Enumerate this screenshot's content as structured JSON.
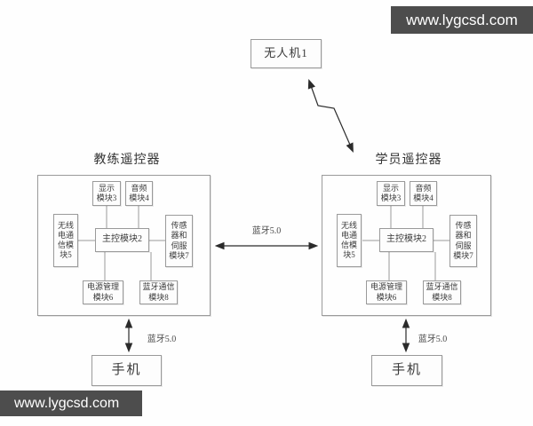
{
  "watermarks": {
    "top_right": "www.lygcsd.com",
    "bottom_left": "www.lygcsd.com"
  },
  "drone": {
    "label": "无人机1"
  },
  "controllers": {
    "coach": {
      "title": "教练遥控器",
      "modules": {
        "display": "显示\n模块3",
        "audio": "音频\n模块4",
        "radio": "无线\n电通\n信模\n块5",
        "main": "主控模块2",
        "sensor": "传感\n器和\n伺服\n模块7",
        "power": "电源管理\n模块6",
        "bluetooth": "蓝牙通信\n模块8"
      }
    },
    "student": {
      "title": "学员遥控器",
      "modules": {
        "display": "显示\n模块3",
        "audio": "音频\n模块4",
        "radio": "无线\n电通\n信模\n块5",
        "main": "主控模块2",
        "sensor": "传感\n器和\n伺服\n模块7",
        "power": "电源管理\n模块6",
        "bluetooth": "蓝牙通信\n模块8"
      }
    }
  },
  "phones": {
    "coach": "手机",
    "student": "手机"
  },
  "links": {
    "controller_to_controller": "蓝牙5.0",
    "coach_to_phone": "蓝牙5.0",
    "student_to_phone": "蓝牙5.0"
  }
}
